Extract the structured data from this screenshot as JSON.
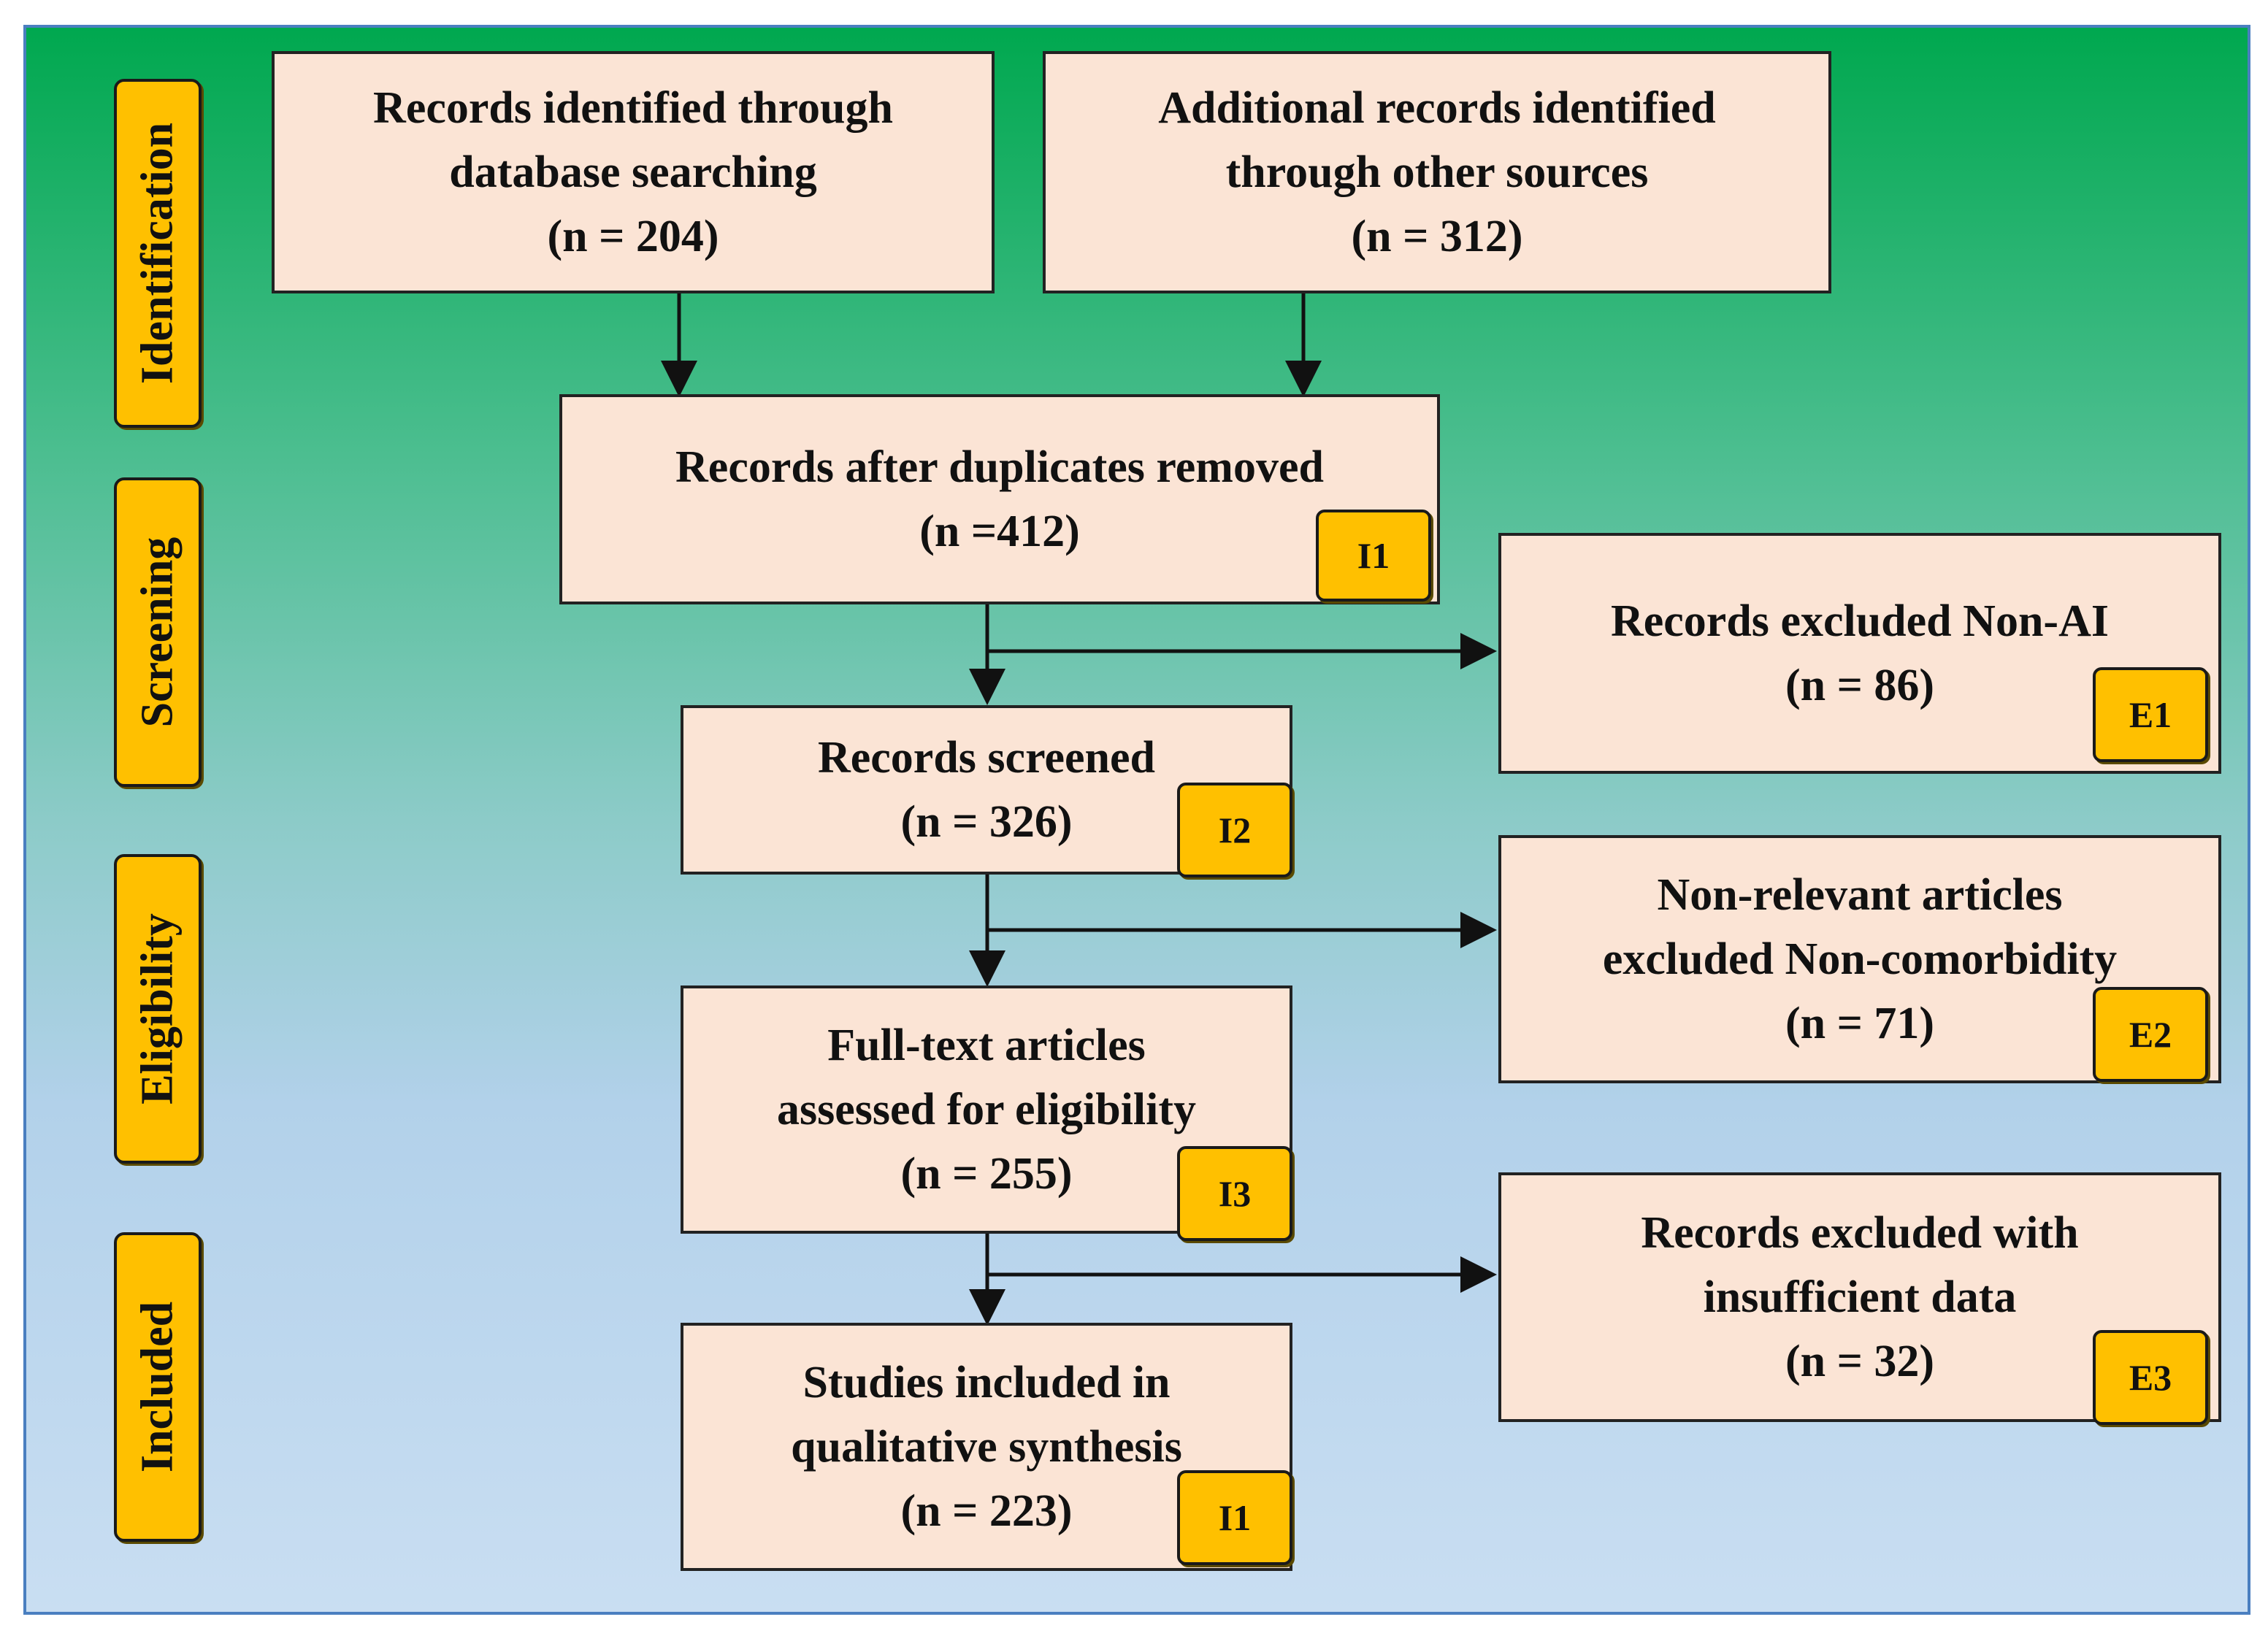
{
  "stages": [
    "Identification",
    "Screening",
    "Eligibility",
    "Included"
  ],
  "boxes": {
    "database_search": {
      "lines": [
        "Records identified through",
        "database searching",
        "(n = 204)"
      ]
    },
    "other_sources": {
      "lines": [
        "Additional records identified",
        "through other sources",
        "(n = 312)"
      ]
    },
    "after_duplicates": {
      "lines": [
        "Records after duplicates removed",
        "(n =412)"
      ],
      "tag": "I1"
    },
    "excluded_non_ai": {
      "lines": [
        "Records excluded Non-AI",
        "(n = 86)"
      ],
      "tag": "E1"
    },
    "screened": {
      "lines": [
        "Records screened",
        "(n = 326)"
      ],
      "tag": "I2"
    },
    "non_relevant": {
      "lines": [
        "Non-relevant articles",
        "excluded Non-comorbidity",
        "(n = 71)"
      ],
      "tag": "E2"
    },
    "full_text": {
      "lines": [
        "Full-text articles",
        "assessed for eligibility",
        "(n = 255)"
      ],
      "tag": "I3"
    },
    "insufficient": {
      "lines": [
        "Records excluded with",
        "insufficient data",
        "(n = 32)"
      ],
      "tag": "E3"
    },
    "included": {
      "lines": [
        "Studies included in",
        "qualitative synthesis",
        "(n = 223)"
      ],
      "tag": "I1"
    }
  }
}
